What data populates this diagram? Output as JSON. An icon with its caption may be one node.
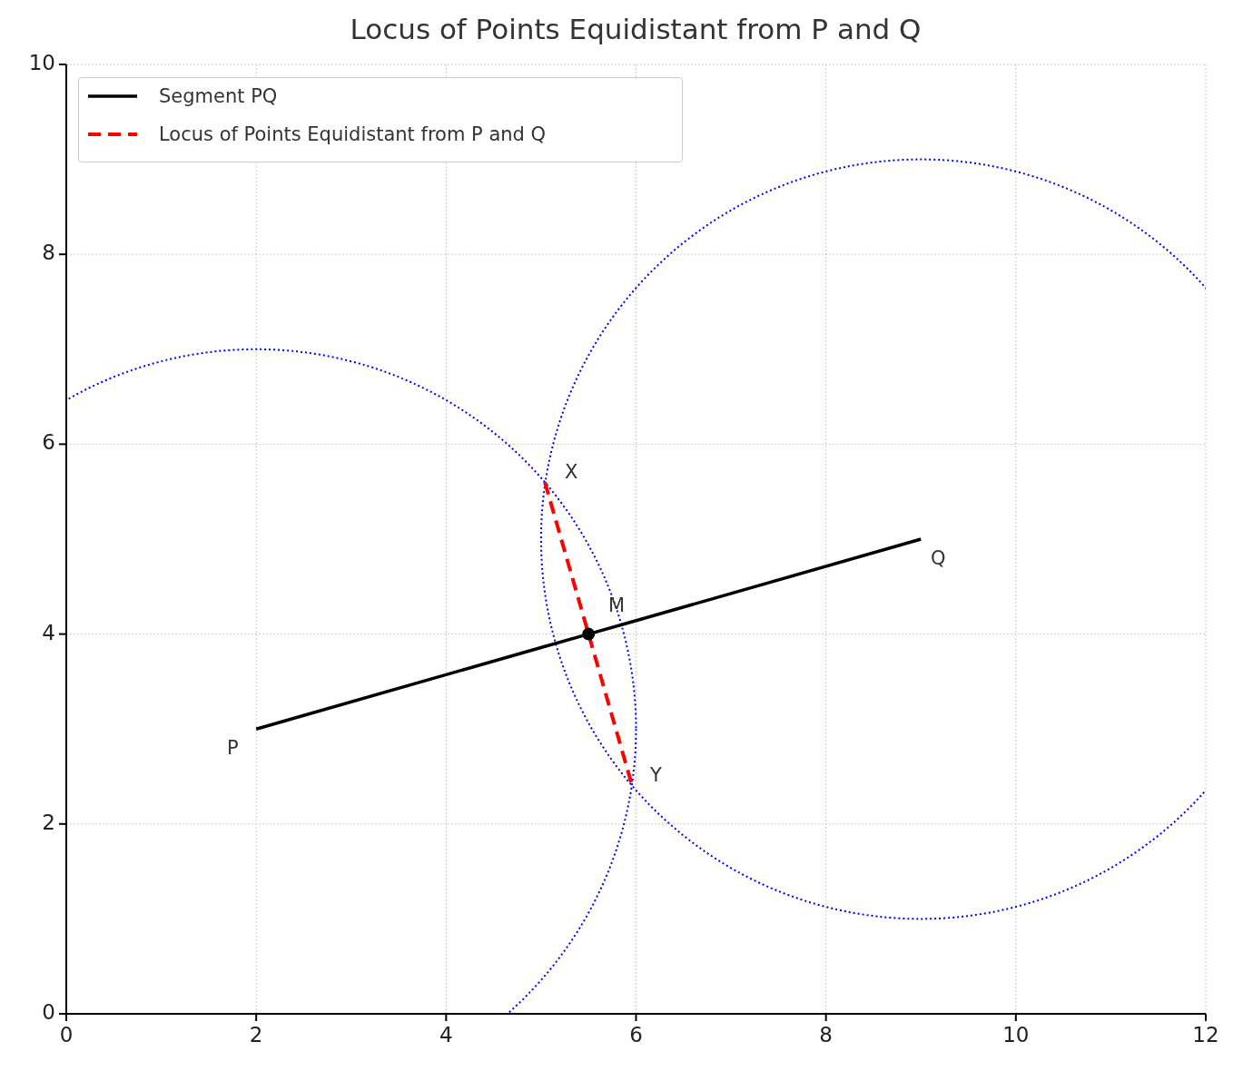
{
  "diagram": {
    "title": "Locus of Points Equidistant from P and Q",
    "labels": [
      "P",
      "Q",
      "M",
      "X",
      "Y"
    ],
    "chart_data": {
      "type": "line",
      "x": [
        2,
        5.04,
        5.5,
        5.96,
        9
      ],
      "series": [
        {
          "name": "Segment PQ",
          "color": "#000000",
          "line_style": "solid",
          "values": [
            3,
            3.87,
            4,
            4.13,
            5
          ]
        },
        {
          "name": "Locus of Points Equidistant from P and Q",
          "color": "#ff0000",
          "line_style": "dashed",
          "values": [
            null,
            5.6,
            4,
            2.4,
            null
          ]
        }
      ],
      "grid": true,
      "legend": true,
      "xlim": [
        0,
        12
      ],
      "ylim": [
        0,
        10
      ],
      "xticks": [
        0,
        2,
        4,
        6,
        8,
        10,
        12
      ],
      "yticks": [
        0,
        2,
        4,
        6,
        8,
        10
      ]
    }
  }
}
